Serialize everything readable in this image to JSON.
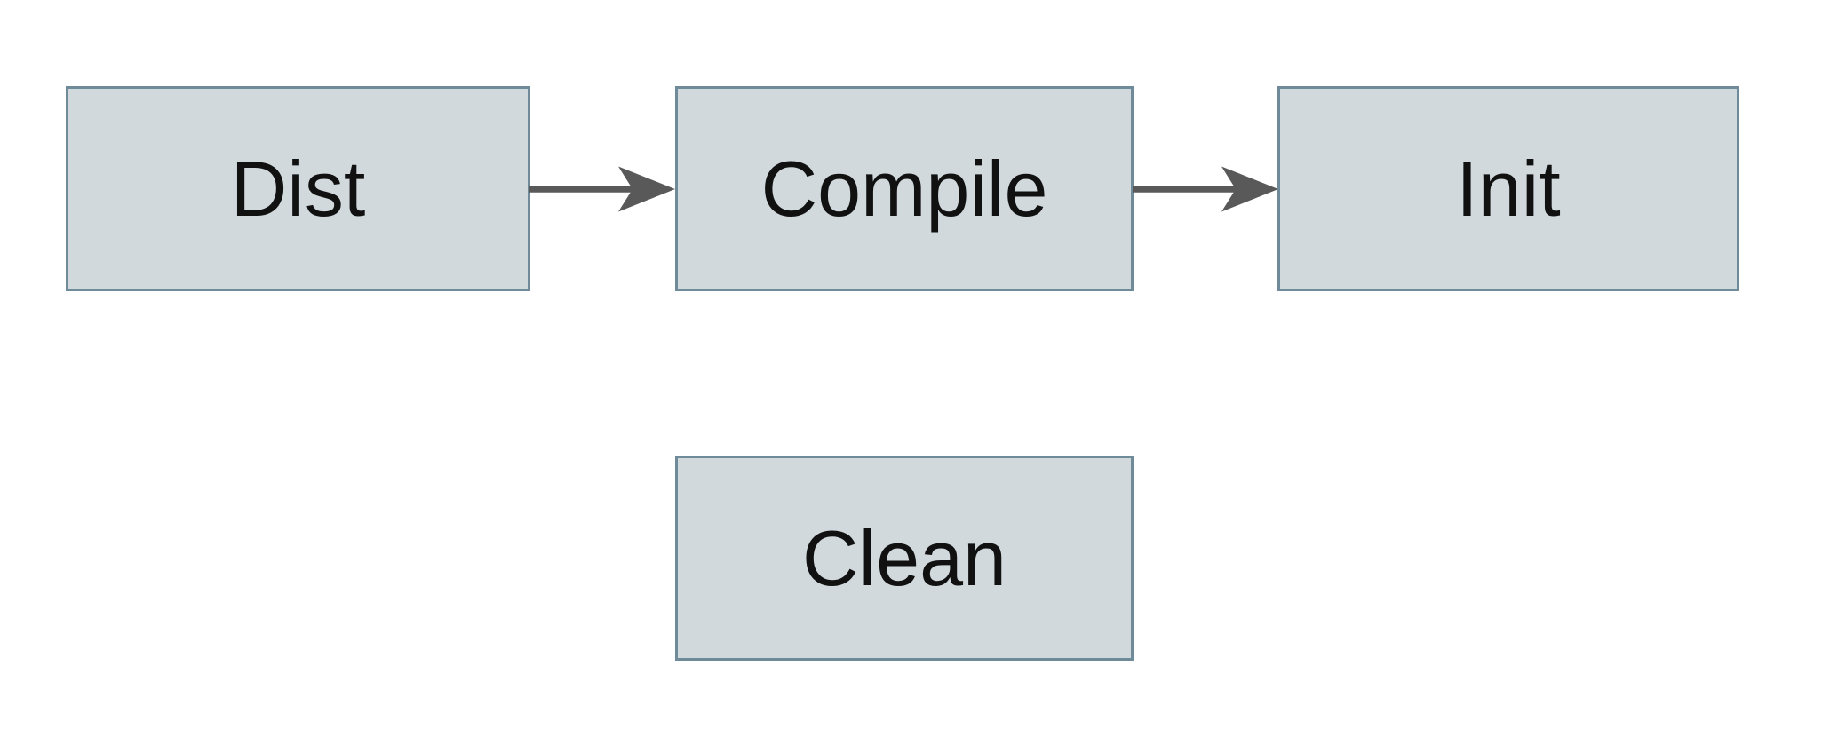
{
  "diagram": {
    "type": "flowchart",
    "title": "",
    "nodes": {
      "dist": {
        "label": "Dist"
      },
      "compile": {
        "label": "Compile"
      },
      "init": {
        "label": "Init"
      },
      "clean": {
        "label": "Clean"
      }
    },
    "edges": [
      {
        "from": "Dist",
        "to": "Compile",
        "direction": "right",
        "style": "solid-arrow"
      },
      {
        "from": "Compile",
        "to": "Init",
        "direction": "right",
        "style": "solid-arrow"
      }
    ],
    "colors": {
      "background": "#ffffff",
      "node_fill": "#d1d9dc",
      "node_border": "#6f8b99",
      "arrow": "#595959",
      "text": "#111111"
    }
  }
}
